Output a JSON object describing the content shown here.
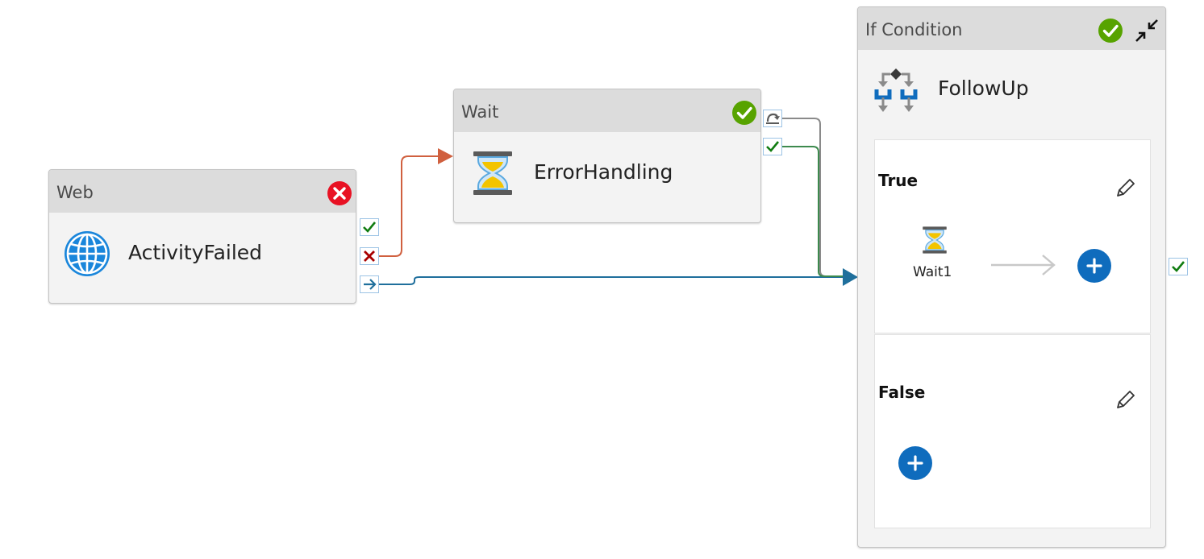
{
  "activities": {
    "web": {
      "type": "Web",
      "name": "ActivityFailed",
      "status": "failed",
      "icon": "globe-icon"
    },
    "wait": {
      "type": "Wait",
      "name": "ErrorHandling",
      "status": "succeeded",
      "icon": "hourglass-icon"
    },
    "if_condition": {
      "type": "If Condition",
      "name": "FollowUp",
      "status": "succeeded",
      "icon": "if-condition-icon",
      "true_branch": {
        "label": "True",
        "activities": [
          {
            "name": "Wait1",
            "icon": "hourglass-icon"
          }
        ]
      },
      "false_branch": {
        "label": "False",
        "activities": []
      }
    }
  },
  "connections": [
    {
      "from": "ActivityFailed",
      "to": "ErrorHandling",
      "condition": "Failure",
      "color": "#d0603f"
    },
    {
      "from": "ActivityFailed",
      "to": "FollowUp",
      "condition": "Completion",
      "color": "#1f6f9c"
    },
    {
      "from": "ErrorHandling",
      "to": "FollowUp",
      "condition": "Skipped",
      "color": "#8a8a8a"
    },
    {
      "from": "ErrorHandling",
      "to": "FollowUp",
      "condition": "Success",
      "color": "#3d8a4e"
    }
  ],
  "colors": {
    "success": "#57a300",
    "failure": "#e81123",
    "accent": "#0f6cbd",
    "hourglass_yellow": "#f3c400",
    "hourglass_frame": "#5a5a5a"
  }
}
